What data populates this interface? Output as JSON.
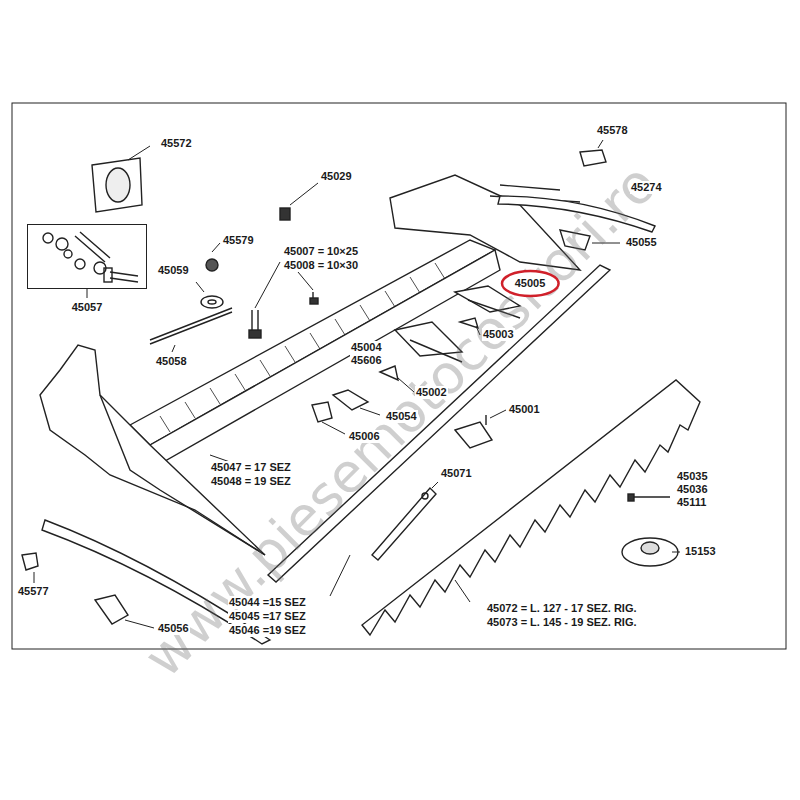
{
  "diagram": {
    "nodes": [
      {
        "text": [
          "45057"
        ]
      },
      {
        "text": [
          "45005"
        ]
      }
    ],
    "labels": [
      "45572",
      "45029",
      "45578",
      "45274",
      "45579",
      "45007 = 10×25",
      "45008 = 10×30",
      "45059",
      "45055",
      "45058",
      "45003",
      "45004",
      "45606",
      "45002",
      "45054",
      "45001",
      "45006",
      "45047 = 17 SEZ",
      "45048 = 19 SEZ",
      "45071",
      "45035",
      "45036",
      "45111",
      "15153",
      "45577",
      "45056",
      "45044 =15 SEZ",
      "45045 =17 SEZ",
      "45046 =19 SEZ",
      "45072 = L. 127 - 17 SEZ. RIG.",
      "45073 = L. 145 - 19 SEZ. RIG.",
      "www.piesemotocositori.ro"
    ]
  }
}
